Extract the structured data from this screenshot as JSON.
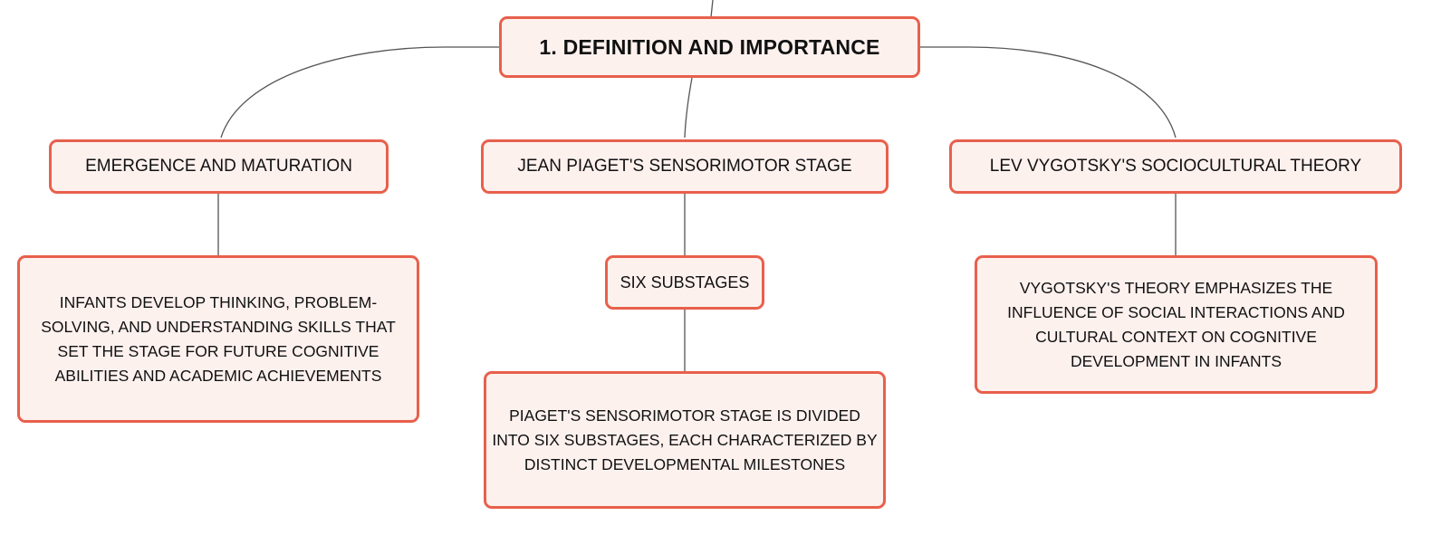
{
  "colors": {
    "node_fill": "#fdf1ee",
    "node_border": "#e8604c",
    "connector": "#555555",
    "text": "#111111"
  },
  "mindmap": {
    "root": {
      "label": "1. DEFINITION AND IMPORTANCE"
    },
    "branches": [
      {
        "label": "EMERGENCE AND MATURATION",
        "children": [
          {
            "label": "INFANTS DEVELOP THINKING, PROBLEM-SOLVING, AND UNDERSTANDING SKILLS THAT SET THE STAGE FOR FUTURE COGNITIVE ABILITIES AND ACADEMIC ACHIEVEMENTS"
          }
        ]
      },
      {
        "label": "JEAN PIAGET'S SENSORIMOTOR STAGE",
        "children": [
          {
            "label": "SIX SUBSTAGES",
            "children": [
              {
                "label": "PIAGET'S SENSORIMOTOR STAGE IS DIVIDED INTO SIX SUBSTAGES, EACH CHARACTERIZED BY DISTINCT DEVELOPMENTAL MILESTONES"
              }
            ]
          }
        ]
      },
      {
        "label": "LEV VYGOTSKY'S SOCIOCULTURAL THEORY",
        "children": [
          {
            "label": "VYGOTSKY'S THEORY EMPHASIZES THE INFLUENCE OF SOCIAL INTERACTIONS AND CULTURAL CONTEXT ON COGNITIVE DEVELOPMENT IN INFANTS"
          }
        ]
      }
    ]
  }
}
